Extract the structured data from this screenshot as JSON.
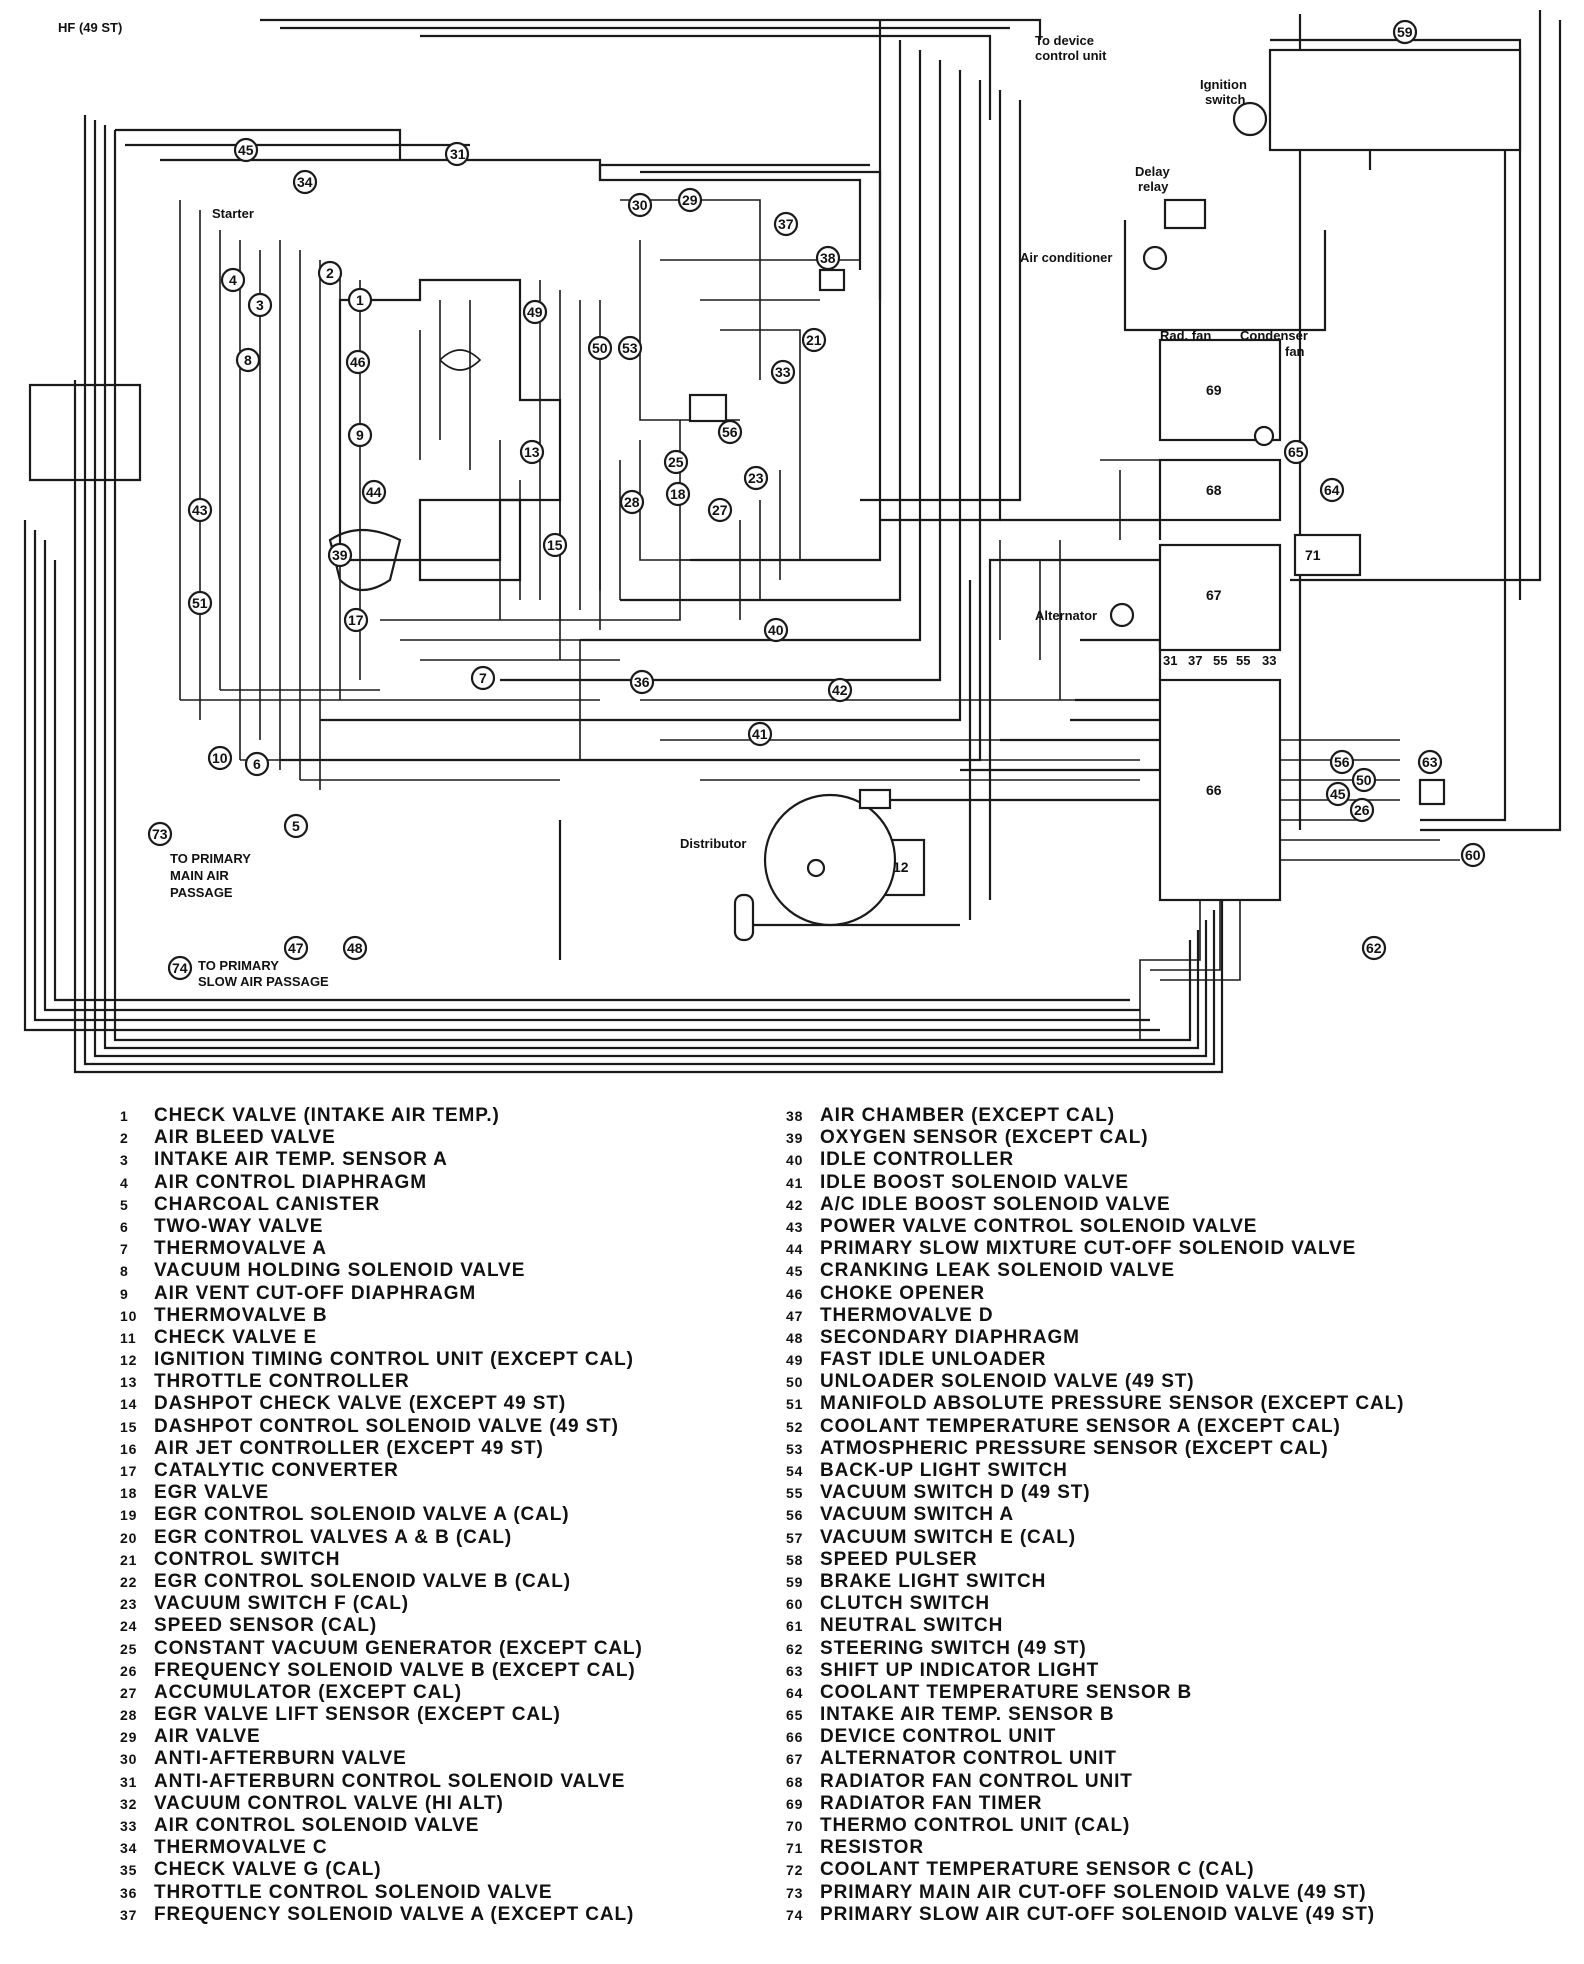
{
  "diagram": {
    "title": "HF (49 ST)",
    "labels": {
      "device_control": [
        "To device",
        "control unit"
      ],
      "ignition_switch": [
        "Ignition",
        "switch"
      ],
      "delay_relay": [
        "Delay",
        "relay"
      ],
      "starter": "Starter",
      "air_conditioner": "Air conditioner",
      "rad_fan": "Rad. fan",
      "condenser_fan": [
        "Condenser",
        "fan"
      ],
      "alternator": "Alternator",
      "distributor": "Distributor",
      "primary_main_air": [
        "TO PRIMARY",
        "MAIN AIR",
        "PASSAGE"
      ],
      "primary_slow_air": [
        "TO PRIMARY",
        "SLOW AIR PASSAGE"
      ],
      "unit_pins": [
        "31",
        "37",
        "55",
        "55",
        "33"
      ]
    }
  },
  "legend": {
    "left": [
      {
        "n": "1",
        "t": "CHECK VALVE (INTAKE AIR TEMP.)"
      },
      {
        "n": "2",
        "t": "AIR BLEED VALVE"
      },
      {
        "n": "3",
        "t": "INTAKE AIR TEMP. SENSOR A"
      },
      {
        "n": "4",
        "t": "AIR CONTROL DIAPHRAGM"
      },
      {
        "n": "5",
        "t": "CHARCOAL CANISTER"
      },
      {
        "n": "6",
        "t": "TWO-WAY VALVE"
      },
      {
        "n": "7",
        "t": "THERMOVALVE A"
      },
      {
        "n": "8",
        "t": "VACUUM HOLDING SOLENOID VALVE"
      },
      {
        "n": "9",
        "t": "AIR VENT CUT-OFF DIAPHRAGM"
      },
      {
        "n": "10",
        "t": "THERMOVALVE B"
      },
      {
        "n": "11",
        "t": "CHECK VALVE E"
      },
      {
        "n": "12",
        "t": "IGNITION TIMING CONTROL UNIT (EXCEPT CAL)"
      },
      {
        "n": "13",
        "t": "THROTTLE CONTROLLER"
      },
      {
        "n": "14",
        "t": "DASHPOT CHECK VALVE (EXCEPT 49 ST)"
      },
      {
        "n": "15",
        "t": "DASHPOT CONTROL SOLENOID VALVE (49 ST)"
      },
      {
        "n": "16",
        "t": "AIR JET CONTROLLER (EXCEPT 49 ST)"
      },
      {
        "n": "17",
        "t": "CATALYTIC CONVERTER"
      },
      {
        "n": "18",
        "t": "EGR VALVE"
      },
      {
        "n": "19",
        "t": "EGR CONTROL SOLENOID VALVE A (CAL)"
      },
      {
        "n": "20",
        "t": "EGR CONTROL VALVES A & B (CAL)"
      },
      {
        "n": "21",
        "t": "CONTROL SWITCH"
      },
      {
        "n": "22",
        "t": "EGR CONTROL SOLENOID VALVE B (CAL)"
      },
      {
        "n": "23",
        "t": "VACUUM SWITCH F (CAL)"
      },
      {
        "n": "24",
        "t": "SPEED SENSOR (CAL)"
      },
      {
        "n": "25",
        "t": "CONSTANT VACUUM GENERATOR (EXCEPT CAL)"
      },
      {
        "n": "26",
        "t": "FREQUENCY SOLENOID VALVE B (EXCEPT CAL)"
      },
      {
        "n": "27",
        "t": "ACCUMULATOR (EXCEPT CAL)"
      },
      {
        "n": "28",
        "t": "EGR VALVE LIFT SENSOR (EXCEPT CAL)"
      },
      {
        "n": "29",
        "t": "AIR VALVE"
      },
      {
        "n": "30",
        "t": "ANTI-AFTERBURN VALVE"
      },
      {
        "n": "31",
        "t": "ANTI-AFTERBURN CONTROL SOLENOID VALVE"
      },
      {
        "n": "32",
        "t": "VACUUM CONTROL VALVE (HI ALT)"
      },
      {
        "n": "33",
        "t": "AIR CONTROL SOLENOID VALVE"
      },
      {
        "n": "34",
        "t": "THERMOVALVE C"
      },
      {
        "n": "35",
        "t": "CHECK VALVE G (CAL)"
      },
      {
        "n": "36",
        "t": "THROTTLE CONTROL SOLENOID VALVE"
      },
      {
        "n": "37",
        "t": "FREQUENCY SOLENOID VALVE A (EXCEPT CAL)"
      }
    ],
    "right": [
      {
        "n": "38",
        "t": "AIR CHAMBER (EXCEPT CAL)"
      },
      {
        "n": "39",
        "t": "OXYGEN SENSOR (EXCEPT CAL)"
      },
      {
        "n": "40",
        "t": "IDLE CONTROLLER"
      },
      {
        "n": "41",
        "t": "IDLE BOOST SOLENOID VALVE"
      },
      {
        "n": "42",
        "t": "A/C IDLE BOOST SOLENOID VALVE"
      },
      {
        "n": "43",
        "t": "POWER VALVE CONTROL SOLENOID VALVE"
      },
      {
        "n": "44",
        "t": "PRIMARY SLOW MIXTURE CUT-OFF SOLENOID VALVE"
      },
      {
        "n": "45",
        "t": "CRANKING LEAK SOLENOID VALVE"
      },
      {
        "n": "46",
        "t": "CHOKE OPENER"
      },
      {
        "n": "47",
        "t": "THERMOVALVE D"
      },
      {
        "n": "48",
        "t": "SECONDARY DIAPHRAGM"
      },
      {
        "n": "49",
        "t": "FAST IDLE UNLOADER"
      },
      {
        "n": "50",
        "t": "UNLOADER SOLENOID VALVE (49 ST)"
      },
      {
        "n": "51",
        "t": "MANIFOLD ABSOLUTE PRESSURE SENSOR (EXCEPT CAL)"
      },
      {
        "n": "52",
        "t": "COOLANT TEMPERATURE SENSOR A (EXCEPT CAL)"
      },
      {
        "n": "53",
        "t": "ATMOSPHERIC PRESSURE SENSOR (EXCEPT CAL)"
      },
      {
        "n": "54",
        "t": "BACK-UP LIGHT SWITCH"
      },
      {
        "n": "55",
        "t": "VACUUM SWITCH D (49 ST)"
      },
      {
        "n": "56",
        "t": "VACUUM SWITCH A"
      },
      {
        "n": "57",
        "t": "VACUUM SWITCH E (CAL)"
      },
      {
        "n": "58",
        "t": "SPEED PULSER"
      },
      {
        "n": "59",
        "t": "BRAKE LIGHT SWITCH"
      },
      {
        "n": "60",
        "t": "CLUTCH SWITCH"
      },
      {
        "n": "61",
        "t": "NEUTRAL SWITCH"
      },
      {
        "n": "62",
        "t": "STEERING SWITCH (49 ST)"
      },
      {
        "n": "63",
        "t": "SHIFT UP INDICATOR LIGHT"
      },
      {
        "n": "64",
        "t": "COOLANT TEMPERATURE SENSOR B"
      },
      {
        "n": "65",
        "t": "INTAKE AIR TEMP. SENSOR B"
      },
      {
        "n": "66",
        "t": "DEVICE CONTROL UNIT"
      },
      {
        "n": "67",
        "t": "ALTERNATOR CONTROL UNIT"
      },
      {
        "n": "68",
        "t": "RADIATOR FAN CONTROL UNIT"
      },
      {
        "n": "69",
        "t": "RADIATOR FAN TIMER"
      },
      {
        "n": "70",
        "t": "THERMO CONTROL UNIT (CAL)"
      },
      {
        "n": "71",
        "t": "RESISTOR"
      },
      {
        "n": "72",
        "t": "COOLANT TEMPERATURE SENSOR C (CAL)"
      },
      {
        "n": "73",
        "t": "PRIMARY MAIN AIR CUT-OFF SOLENOID VALVE (49 ST)"
      },
      {
        "n": "74",
        "t": "PRIMARY SLOW AIR CUT-OFF SOLENOID VALVE (49 ST)"
      }
    ]
  }
}
